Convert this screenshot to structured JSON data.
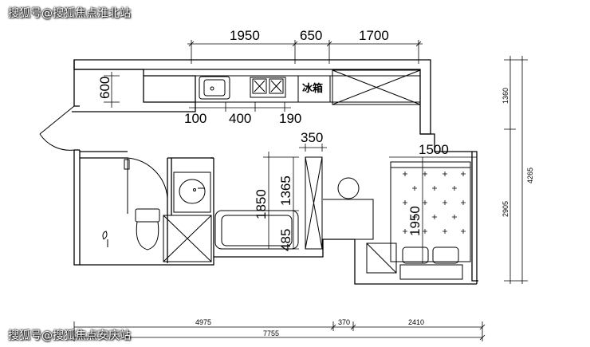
{
  "watermarks": {
    "top": "搜狐号@搜狐焦点淮北站",
    "bottom": "搜狐号@搜狐焦点安庆站"
  },
  "labels": {
    "fridge": "冰箱"
  },
  "dimensions": {
    "top_a": "1950",
    "top_b": "650",
    "top_c": "1700",
    "left_600": "600",
    "sink_100": "100",
    "sink_400": "400",
    "stove_190": "190",
    "cab_350": "350",
    "sofa_1850": "1850",
    "sofa_1365": "1365",
    "sofa_485": "485",
    "bed_1500": "1500",
    "bed_1950": "1950",
    "right_1360": "1360",
    "right_2905": "2905",
    "right_4265": "4265",
    "bottom_4975": "4975",
    "bottom_370": "370",
    "bottom_2410": "2410",
    "bottom_7755": "7755"
  },
  "colors": {
    "line": "#000000",
    "background": "#ffffff"
  }
}
